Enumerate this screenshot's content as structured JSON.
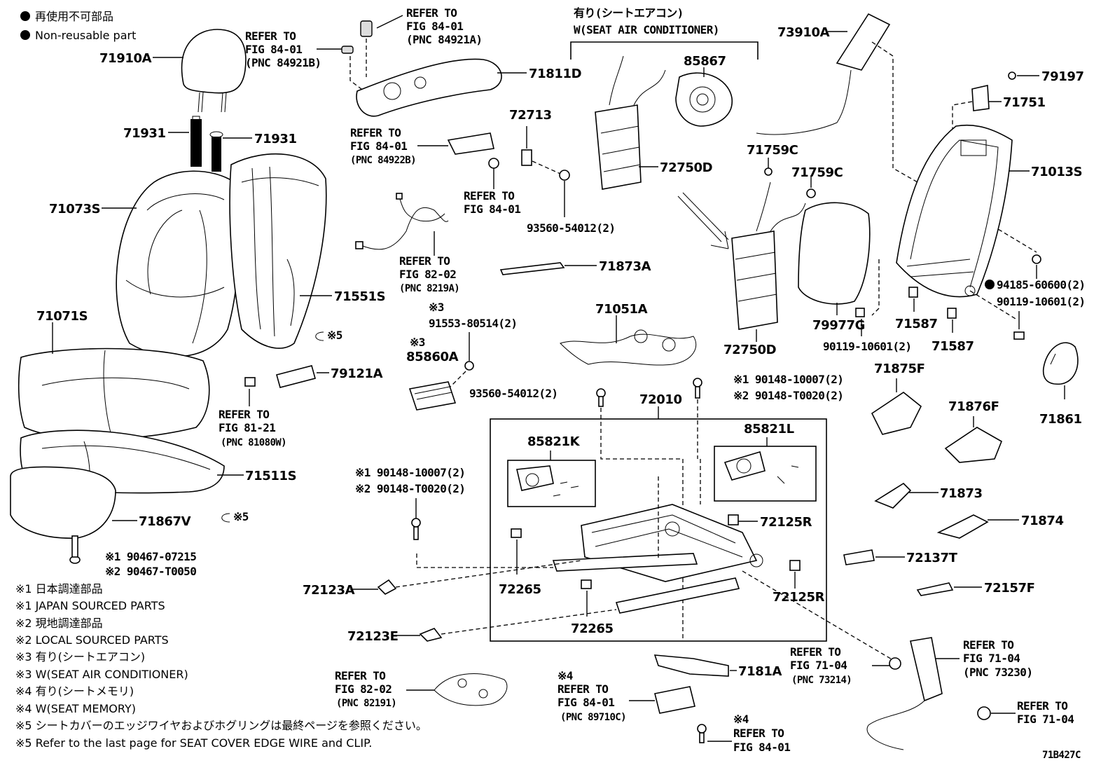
{
  "legend": {
    "nonreusable_jp": "再使用不可部品",
    "nonreusable_en": "Non-reusable part"
  },
  "seat_ac": {
    "jp": "有り(シートエアコン)",
    "en": "W(SEAT AIR CONDITIONER)"
  },
  "markers": {
    "note3": "※3",
    "note4": "※4",
    "note5": "※5"
  },
  "parts": {
    "p71910A": "71910A",
    "p71931": "71931",
    "p71073S": "71073S",
    "p71071S": "71071S",
    "p71551S": "71551S",
    "p71511S": "71511S",
    "p71867V": "71867V",
    "p90467_07215": "※1 90467-07215",
    "p90467_T0050": "※2 90467-T0050",
    "p71811D": "71811D",
    "p72713": "72713",
    "p93560_54012": "93560-54012(2)",
    "p71873A": "71873A",
    "p79121A": "79121A",
    "p91553_80514": "91553-80514(2)",
    "p85860A": "85860A",
    "p71051A": "71051A",
    "p85867": "85867",
    "p72750D": "72750D",
    "p73910A": "73910A",
    "p71759C": "71759C",
    "p79977G": "79977G",
    "p79197": "79197",
    "p71751": "71751",
    "p71013S": "71013S",
    "p94185_60600": "94185-60600(2)",
    "p90119_10601": "90119-10601(2)",
    "p71587": "71587",
    "p71861": "71861",
    "p71875F": "71875F",
    "p71876F": "71876F",
    "p71873": "71873",
    "p71874": "71874",
    "p72137T": "72137T",
    "p72157F": "72157F",
    "p90148_10007": "※1 90148-10007(2)",
    "p90148_T0020": "※2 90148-T0020(2)",
    "p72010": "72010",
    "p85821K": "85821K",
    "p85821L": "85821L",
    "p72265": "72265",
    "p72125R": "72125R",
    "p72123A": "72123A",
    "p72123E": "72123E",
    "p7181A": "7181A"
  },
  "refs": {
    "r1": {
      "l1": "REFER TO",
      "l2": "FIG 84-01",
      "l3": "(PNC 84921A)"
    },
    "r2": {
      "l1": "REFER TO",
      "l2": "FIG 84-01",
      "l3": "(PNC 84921B)"
    },
    "r3": {
      "l1": "REFER TO",
      "l2": "FIG 84-01",
      "l3": "(PNC 84922B)"
    },
    "r4": {
      "l1": "REFER TO",
      "l2": "FIG 84-01"
    },
    "r5": {
      "l1": "REFER TO",
      "l2": "FIG 82-02",
      "l3": "(PNC 8219A)"
    },
    "r6": {
      "l1": "REFER TO",
      "l2": "FIG 81-21",
      "l3": "(PNC 81080W)"
    },
    "r7": {
      "l1": "REFER TO",
      "l2": "FIG 82-02",
      "l3": "(PNC 82191)"
    },
    "r8": {
      "l1": "REFER TO",
      "l2": "FIG 84-01",
      "l3": "(PNC 89710C)"
    },
    "r9": {
      "l1": "REFER TO",
      "l2": "FIG 84-01"
    },
    "r10": {
      "l1": "REFER TO",
      "l2": "FIG 71-04",
      "l3": "(PNC 73214)"
    },
    "r11": {
      "l1": "REFER TO",
      "l2": "FIG 71-04",
      "l3": "(PNC 73230)"
    },
    "r12": {
      "l1": "REFER TO",
      "l2": "FIG 71-04"
    }
  },
  "footnotes": [
    "※1  日本調達部品",
    "※1  JAPAN SOURCED PARTS",
    "※2  現地調達部品",
    "※2  LOCAL SOURCED PARTS",
    "※3  有り(シートエアコン)",
    "※3  W(SEAT AIR CONDITIONER)",
    "※4  有り(シートメモリ)",
    "※4  W(SEAT MEMORY)",
    "※5  シートカバーのエッジワイヤおよびホグリングは最終ページを参照ください。",
    "※5  Refer to the last page for SEAT COVER EDGE WIRE and CLIP."
  ],
  "figure_id": "71B427C"
}
